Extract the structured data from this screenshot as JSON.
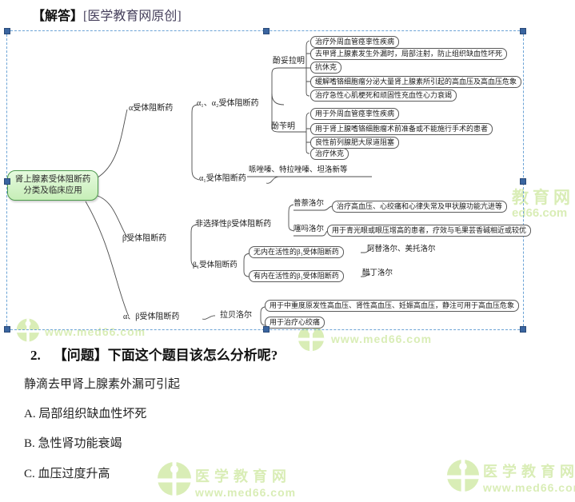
{
  "colors": {
    "selection_border": "#6ba3d6",
    "handle": "#3a65a0",
    "root_fill": "#d6f4c8",
    "root_border": "#4e9a4e",
    "watermark_green": "#d9edb6",
    "line": "#4d4d4d"
  },
  "header": {
    "title_bold": "【解答】",
    "title_rest": "[医学教育网原创]"
  },
  "mindmap": {
    "root_line1": "肾上腺素受体阻断药",
    "root_line2": "分类及临床应用",
    "l1_alpha": "α受体阻断药",
    "l1_beta": "β受体阻断药",
    "l1_ab": "α、β受体阻断药",
    "a12": "α₁、α₂受体阻断药",
    "a1": "α₁受体阻断药",
    "a1_drugs": "哌唑嗪、特拉唑嗪、坦洛新等",
    "fentolamine": "酚妥拉明",
    "phenoxybenzamine": "酚苄明",
    "fent_uses": [
      "治疗外周血管痉挛性疾病",
      "去甲肾上腺素发生外漏时，局部注射，防止组织缺血性坏死",
      "抗休克",
      "缓解嗜铬细胞瘤分泌大量肾上腺素所引起的高血压及高血压危象",
      "治疗急性心肌梗死和顽固性充血性心力衰竭"
    ],
    "fenb_uses": [
      "用于外周血管痉挛性疾病",
      "用于肾上腺嗜铬细胞瘤术前准备或不能施行手术的患者",
      "良性前列腺肥大尿道阻塞",
      "治疗休克"
    ],
    "nonselective": "非选择性β受体阻断药",
    "b1": "β₁受体阻断药",
    "propranolol": "普萘洛尔",
    "timolol": "噻吗洛尔",
    "propranolol_use": "治疗高血压、心绞痛和心律失常及甲状腺功能亢进等",
    "timolol_use": "用于青光眼或眼压增高的患者，疗效与毛果芸香碱相近或较优",
    "wu_box": "无内在活性的β₁受体阻断药",
    "you_box": "有内在活性的β₁受体阻断药",
    "atenolol": "阿替洛尔、美托洛尔",
    "acebutolol": "醋丁洛尔",
    "labetalol": "拉贝洛尔",
    "labetalol_uses": [
      "用于中重度原发性高血压、肾性高血压、妊娠高血压，静注可用于高血压危象",
      "用于治疗心绞痛"
    ]
  },
  "question": {
    "number": "2.",
    "label": "【问题】下面这个题目该怎么分析呢?",
    "stem": "静滴去甲肾上腺素外漏可引起",
    "options": [
      "A. 局部组织缺血性坏死",
      "B. 急性肾功能衰竭",
      "C. 血压过度升高"
    ]
  },
  "watermark": {
    "brand": "医学教育网",
    "site": "www.med66.com",
    "partial_brand": "教育网",
    "partial_site": "ed66.com"
  }
}
